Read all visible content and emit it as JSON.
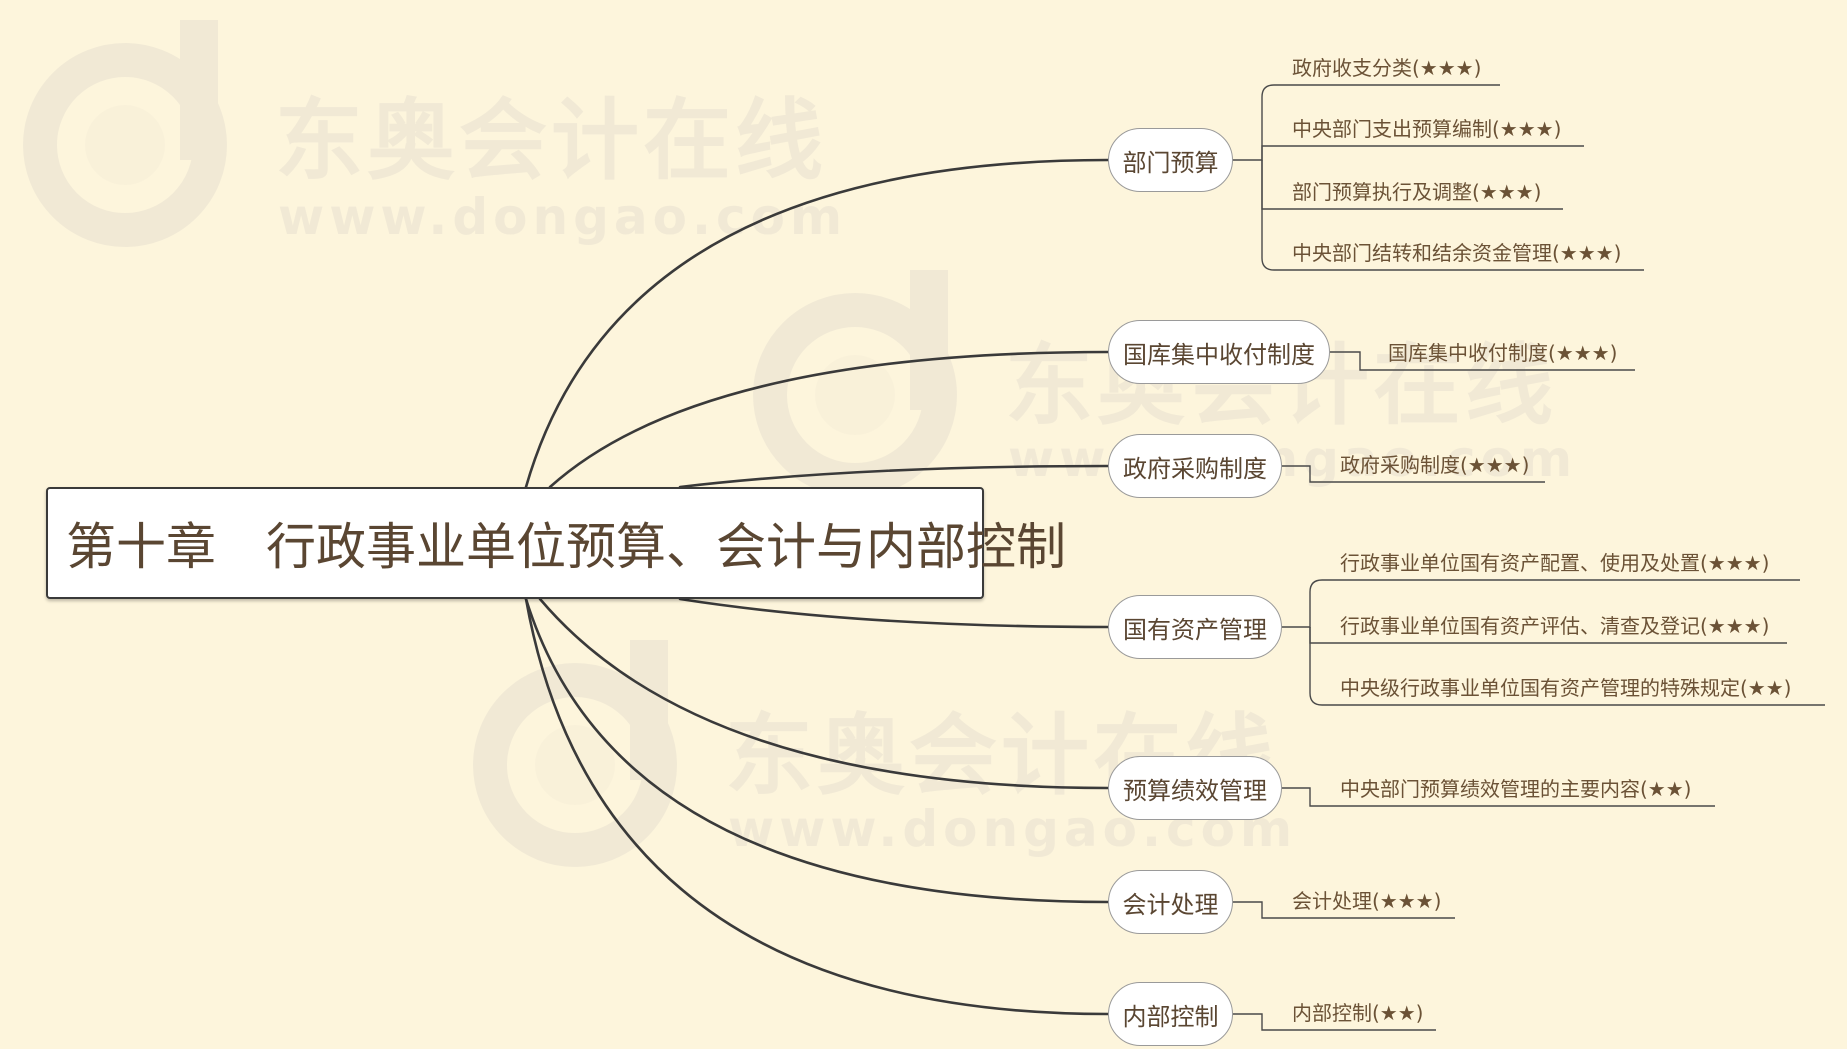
{
  "watermark": {
    "brand": "东奥会计在线",
    "url": "www.dongao.com"
  },
  "central_topic": "第十章　行政事业单位预算、会计与内部控制",
  "branches": [
    {
      "label": "部门预算",
      "leaves": [
        "政府收支分类(★★★)",
        "中央部门支出预算编制(★★★)",
        "部门预算执行及调整(★★★)",
        "中央部门结转和结余资金管理(★★★)"
      ]
    },
    {
      "label": "国库集中收付制度",
      "leaves": [
        "国库集中收付制度(★★★)"
      ]
    },
    {
      "label": "政府采购制度",
      "leaves": [
        "政府采购制度(★★★)"
      ]
    },
    {
      "label": "国有资产管理",
      "leaves": [
        "行政事业单位国有资产配置、使用及处置(★★★)",
        "行政事业单位国有资产评估、清查及登记(★★★)",
        "中央级行政事业单位国有资产管理的特殊规定(★★)"
      ]
    },
    {
      "label": "预算绩效管理",
      "leaves": [
        "中央部门预算绩效管理的主要内容(★★)"
      ]
    },
    {
      "label": "会计处理",
      "leaves": [
        "会计处理(★★★)"
      ]
    },
    {
      "label": "内部控制",
      "leaves": [
        "内部控制(★★)"
      ]
    }
  ],
  "colors": {
    "background": "#fdf5dc",
    "line": "#3a3a3a",
    "text": "#5a4632",
    "watermark": "#e6dfcf"
  }
}
